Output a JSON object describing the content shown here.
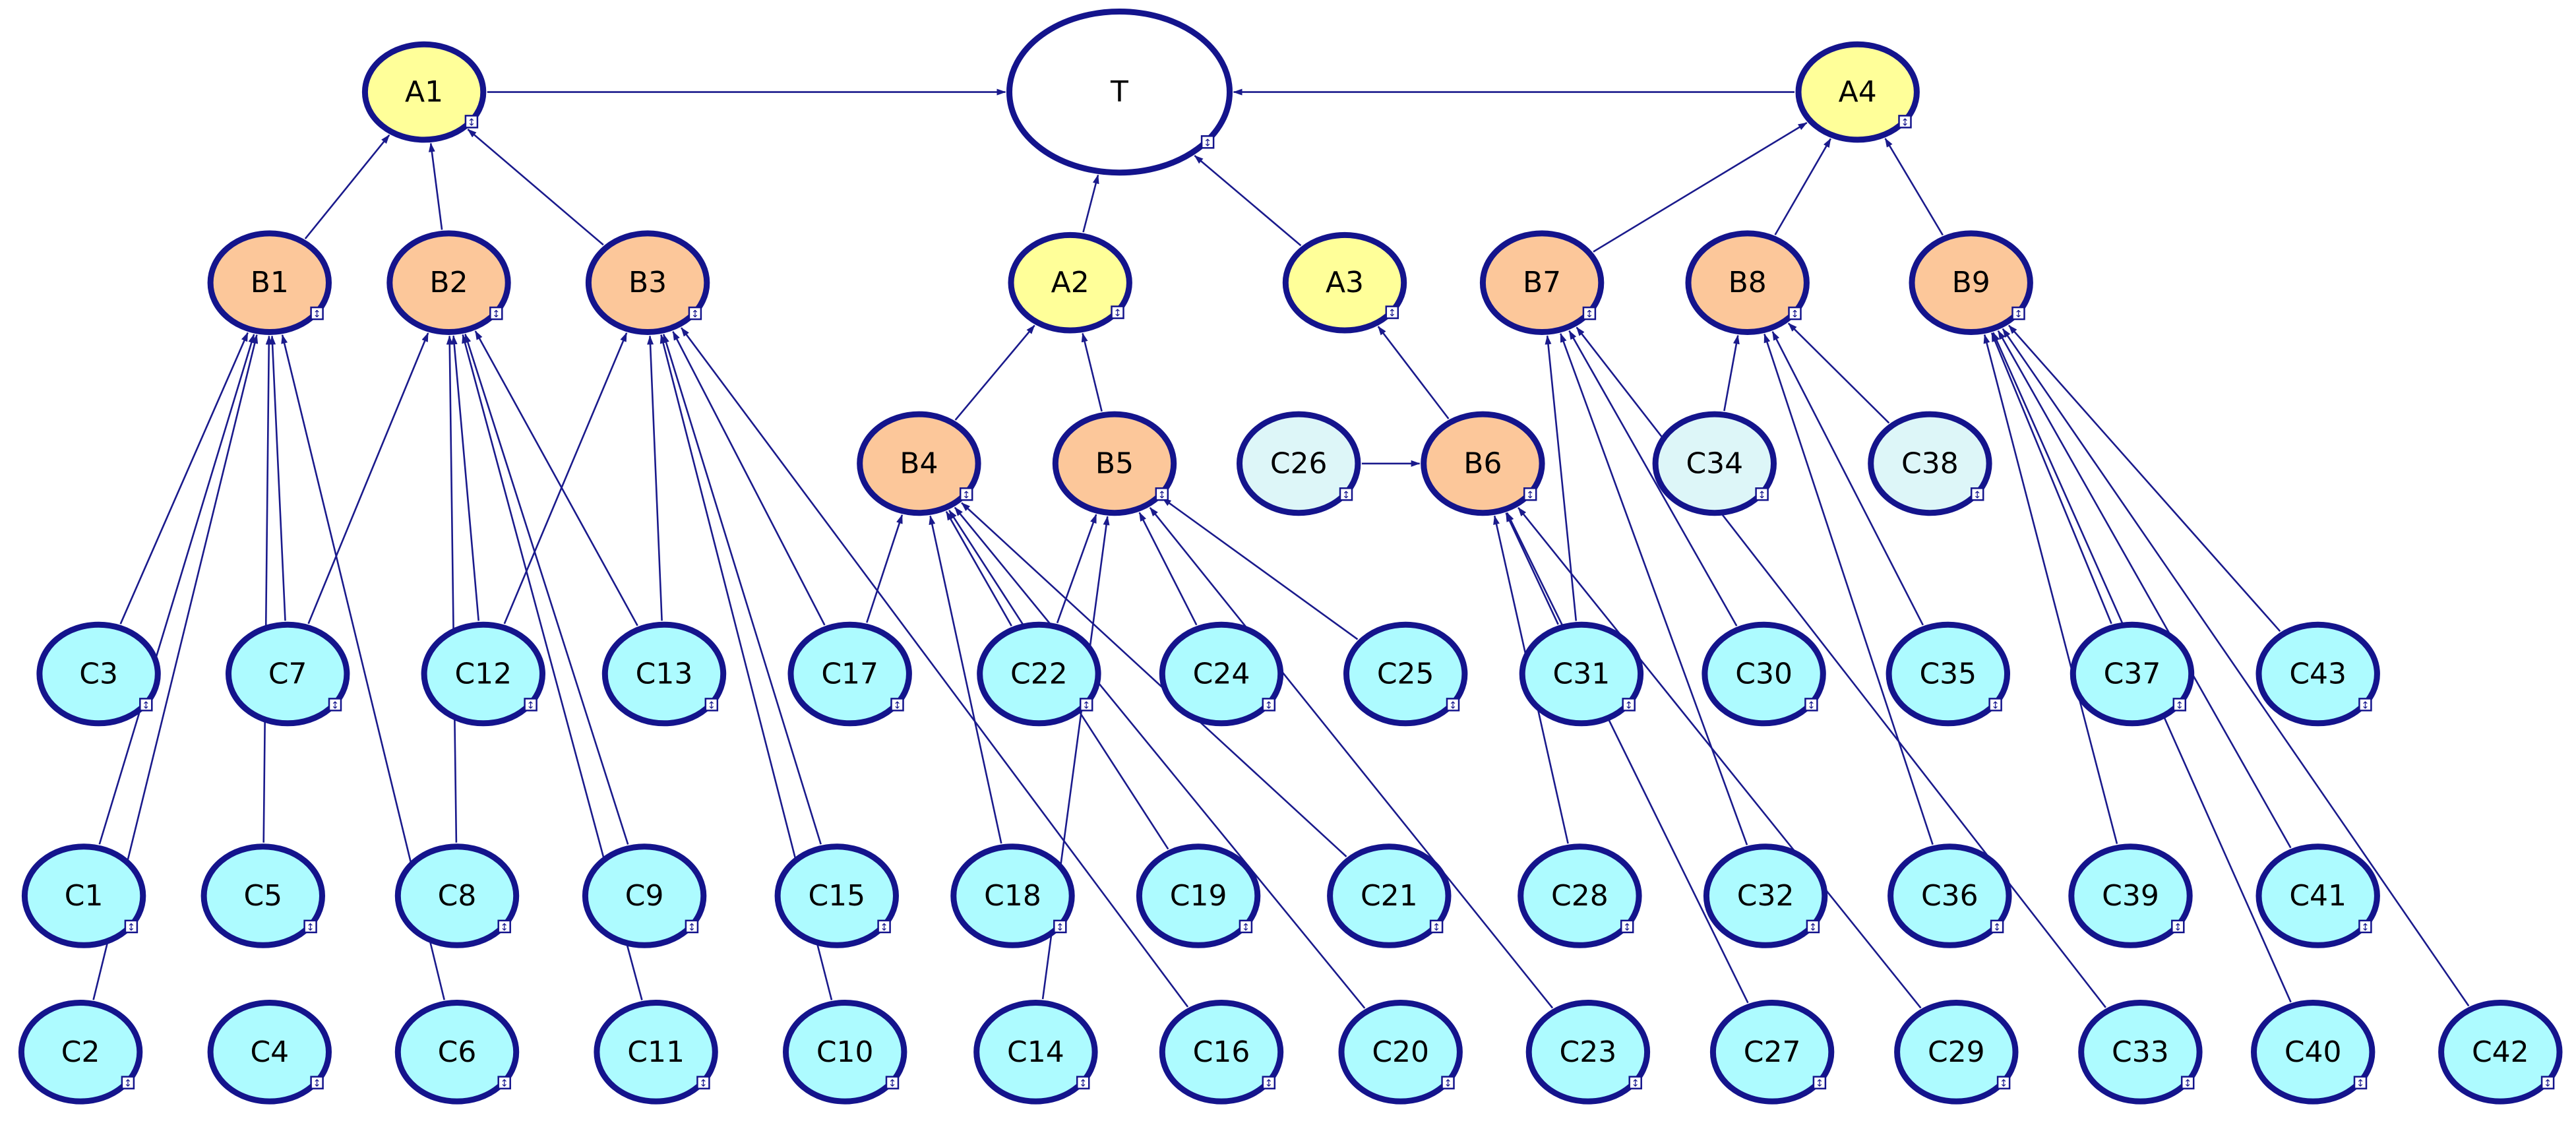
{
  "colors": {
    "root": "#ffffff",
    "A": "#ffff99",
    "B": "#fcc79a",
    "C": "#adfbff",
    "C_light": "#ddf6f8",
    "outline": "#14148c",
    "edge": "#1a1a8c"
  },
  "node_icon": "expand-marker-icon",
  "nodes": [
    {
      "id": "T",
      "label": "T",
      "kind": "root"
    },
    {
      "id": "A1",
      "label": "A1",
      "kind": "A"
    },
    {
      "id": "A2",
      "label": "A2",
      "kind": "A"
    },
    {
      "id": "A3",
      "label": "A3",
      "kind": "A"
    },
    {
      "id": "A4",
      "label": "A4",
      "kind": "A"
    },
    {
      "id": "B1",
      "label": "B1",
      "kind": "B"
    },
    {
      "id": "B2",
      "label": "B2",
      "kind": "B"
    },
    {
      "id": "B3",
      "label": "B3",
      "kind": "B"
    },
    {
      "id": "B4",
      "label": "B4",
      "kind": "B"
    },
    {
      "id": "B5",
      "label": "B5",
      "kind": "B"
    },
    {
      "id": "B6",
      "label": "B6",
      "kind": "B"
    },
    {
      "id": "B7",
      "label": "B7",
      "kind": "B"
    },
    {
      "id": "B8",
      "label": "B8",
      "kind": "B"
    },
    {
      "id": "B9",
      "label": "B9",
      "kind": "B"
    },
    {
      "id": "C26",
      "label": "C26",
      "kind": "C_light"
    },
    {
      "id": "C34",
      "label": "C34",
      "kind": "C_light"
    },
    {
      "id": "C38",
      "label": "C38",
      "kind": "C_light"
    },
    {
      "id": "C3",
      "label": "C3",
      "kind": "C"
    },
    {
      "id": "C7",
      "label": "C7",
      "kind": "C"
    },
    {
      "id": "C12",
      "label": "C12",
      "kind": "C"
    },
    {
      "id": "C13",
      "label": "C13",
      "kind": "C"
    },
    {
      "id": "C17",
      "label": "C17",
      "kind": "C"
    },
    {
      "id": "C22",
      "label": "C22",
      "kind": "C"
    },
    {
      "id": "C24",
      "label": "C24",
      "kind": "C"
    },
    {
      "id": "C25",
      "label": "C25",
      "kind": "C"
    },
    {
      "id": "C31",
      "label": "C31",
      "kind": "C"
    },
    {
      "id": "C30",
      "label": "C30",
      "kind": "C"
    },
    {
      "id": "C35",
      "label": "C35",
      "kind": "C"
    },
    {
      "id": "C37",
      "label": "C37",
      "kind": "C"
    },
    {
      "id": "C43",
      "label": "C43",
      "kind": "C"
    },
    {
      "id": "C1",
      "label": "C1",
      "kind": "C"
    },
    {
      "id": "C5",
      "label": "C5",
      "kind": "C"
    },
    {
      "id": "C8",
      "label": "C8",
      "kind": "C"
    },
    {
      "id": "C9",
      "label": "C9",
      "kind": "C"
    },
    {
      "id": "C15",
      "label": "C15",
      "kind": "C"
    },
    {
      "id": "C18",
      "label": "C18",
      "kind": "C"
    },
    {
      "id": "C19",
      "label": "C19",
      "kind": "C"
    },
    {
      "id": "C21",
      "label": "C21",
      "kind": "C"
    },
    {
      "id": "C28",
      "label": "C28",
      "kind": "C"
    },
    {
      "id": "C32",
      "label": "C32",
      "kind": "C"
    },
    {
      "id": "C36",
      "label": "C36",
      "kind": "C"
    },
    {
      "id": "C39",
      "label": "C39",
      "kind": "C"
    },
    {
      "id": "C41",
      "label": "C41",
      "kind": "C"
    },
    {
      "id": "C2",
      "label": "C2",
      "kind": "C"
    },
    {
      "id": "C4",
      "label": "C4",
      "kind": "C"
    },
    {
      "id": "C6",
      "label": "C6",
      "kind": "C"
    },
    {
      "id": "C11",
      "label": "C11",
      "kind": "C"
    },
    {
      "id": "C10",
      "label": "C10",
      "kind": "C"
    },
    {
      "id": "C14",
      "label": "C14",
      "kind": "C"
    },
    {
      "id": "C16",
      "label": "C16",
      "kind": "C"
    },
    {
      "id": "C20",
      "label": "C20",
      "kind": "C"
    },
    {
      "id": "C23",
      "label": "C23",
      "kind": "C"
    },
    {
      "id": "C27",
      "label": "C27",
      "kind": "C"
    },
    {
      "id": "C29",
      "label": "C29",
      "kind": "C"
    },
    {
      "id": "C33",
      "label": "C33",
      "kind": "C"
    },
    {
      "id": "C40",
      "label": "C40",
      "kind": "C"
    },
    {
      "id": "C42",
      "label": "C42",
      "kind": "C"
    }
  ],
  "edges": [
    [
      "A1",
      "T"
    ],
    [
      "A2",
      "T"
    ],
    [
      "A3",
      "T"
    ],
    [
      "A4",
      "T"
    ],
    [
      "B1",
      "A1"
    ],
    [
      "B2",
      "A1"
    ],
    [
      "B3",
      "A1"
    ],
    [
      "B4",
      "A2"
    ],
    [
      "B5",
      "A2"
    ],
    [
      "B6",
      "A3"
    ],
    [
      "B7",
      "A4"
    ],
    [
      "B8",
      "A4"
    ],
    [
      "B9",
      "A4"
    ],
    [
      "C26",
      "B6"
    ],
    [
      "C3",
      "B1"
    ],
    [
      "C7",
      "B1"
    ],
    [
      "C1",
      "B1"
    ],
    [
      "C2",
      "B1"
    ],
    [
      "C5",
      "B1"
    ],
    [
      "C6",
      "B1"
    ],
    [
      "C7",
      "B2"
    ],
    [
      "C12",
      "B2"
    ],
    [
      "C8",
      "B2"
    ],
    [
      "C9",
      "B2"
    ],
    [
      "C11",
      "B2"
    ],
    [
      "C13",
      "B2"
    ],
    [
      "C12",
      "B3"
    ],
    [
      "C13",
      "B3"
    ],
    [
      "C17",
      "B3"
    ],
    [
      "C15",
      "B3"
    ],
    [
      "C10",
      "B3"
    ],
    [
      "C16",
      "B3"
    ],
    [
      "C17",
      "B4"
    ],
    [
      "C22",
      "B4"
    ],
    [
      "C18",
      "B4"
    ],
    [
      "C19",
      "B4"
    ],
    [
      "C20",
      "B4"
    ],
    [
      "C21",
      "B4"
    ],
    [
      "C22",
      "B5"
    ],
    [
      "C24",
      "B5"
    ],
    [
      "C25",
      "B5"
    ],
    [
      "C14",
      "B5"
    ],
    [
      "C23",
      "B5"
    ],
    [
      "C31",
      "B6"
    ],
    [
      "C28",
      "B6"
    ],
    [
      "C29",
      "B6"
    ],
    [
      "C27",
      "B6"
    ],
    [
      "C31",
      "B7"
    ],
    [
      "C30",
      "B7"
    ],
    [
      "C32",
      "B7"
    ],
    [
      "C33",
      "B7"
    ],
    [
      "C34",
      "B8"
    ],
    [
      "C38",
      "B8"
    ],
    [
      "C35",
      "B8"
    ],
    [
      "C36",
      "B8"
    ],
    [
      "C37",
      "B9"
    ],
    [
      "C43",
      "B9"
    ],
    [
      "C39",
      "B9"
    ],
    [
      "C41",
      "B9"
    ],
    [
      "C40",
      "B9"
    ],
    [
      "C42",
      "B9"
    ]
  ]
}
